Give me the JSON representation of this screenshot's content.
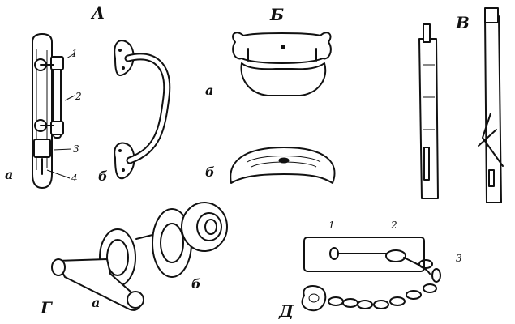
{
  "sections": {
    "A": {
      "letter": "А",
      "variant_a": "а",
      "variant_b": "б",
      "parts": [
        "1",
        "2",
        "3",
        "4"
      ]
    },
    "B": {
      "letter": "Б",
      "variant_a": "а",
      "variant_b": "б"
    },
    "V": {
      "letter": "В"
    },
    "G": {
      "letter": "Г",
      "variant_a": "а",
      "variant_b": "б"
    },
    "D": {
      "letter": "Д",
      "parts": [
        "1",
        "2",
        "3"
      ]
    }
  }
}
